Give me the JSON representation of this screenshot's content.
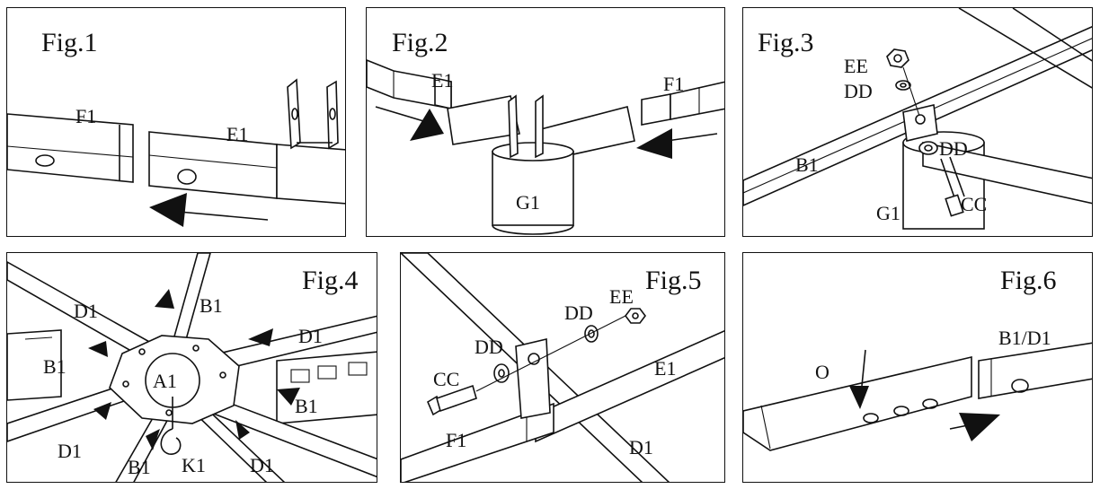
{
  "panels": [
    {
      "title": "Fig.1",
      "labels": {
        "f1": "F1",
        "e1": "E1"
      }
    },
    {
      "title": "Fig.2",
      "labels": {
        "e1": "E1",
        "f1": "F1",
        "g1": "G1"
      }
    },
    {
      "title": "Fig.3",
      "labels": {
        "ee": "EE",
        "dd_top": "DD",
        "dd_mid": "DD",
        "b1": "B1",
        "g1": "G1",
        "cc": "CC"
      }
    },
    {
      "title": "Fig.4",
      "labels": {
        "d1_a": "D1",
        "b1_a": "B1",
        "d1_b": "D1",
        "b1_b": "B1",
        "a1": "A1",
        "b1_c": "B1",
        "d1_c": "D1",
        "b1_d": "B1",
        "k1": "K1",
        "d1_d": "D1"
      }
    },
    {
      "title": "Fig.5",
      "labels": {
        "dd_a": "DD",
        "ee": "EE",
        "dd_b": "DD",
        "cc": "CC",
        "e1": "E1",
        "f1": "F1",
        "d1": "D1"
      }
    },
    {
      "title": "Fig.6",
      "labels": {
        "o": "O",
        "b1d1": "B1/D1"
      }
    }
  ]
}
